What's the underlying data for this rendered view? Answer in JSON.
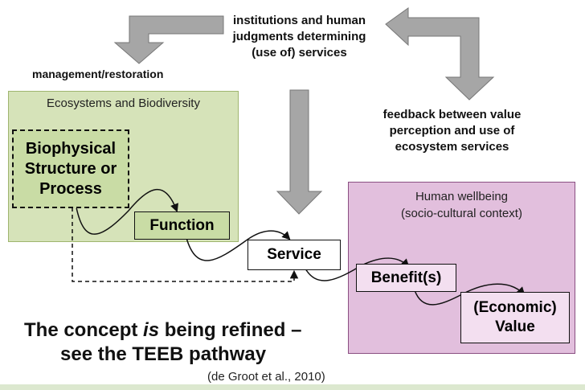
{
  "labels": {
    "management": "management/restoration",
    "institutions": "institutions and human judgments determining (use of) services",
    "feedback": "feedback between value perception and use of ecosystem services"
  },
  "panels": {
    "ecosystems": "Ecosystems and Biodiversity",
    "human_wellbeing_line1": "Human wellbeing",
    "human_wellbeing_line2": "(socio-cultural context)"
  },
  "nodes": {
    "biophysical": "Biophysical Structure or Process",
    "function": "Function",
    "service": "Service",
    "benefit": "Benefit(s)",
    "value_line1": "(Economic)",
    "value_line2": "Value"
  },
  "footer": {
    "concept_prefix": "The concept ",
    "concept_italic": "is",
    "concept_suffix": " being refined –",
    "concept_line2": "see the TEEB pathway",
    "citation": "(de Groot et al., 2010)"
  },
  "colors": {
    "ecosystem_panel": "#d6e3b9",
    "human_panel": "#e2bfdd",
    "arrow_gray": "#a6a6a6"
  }
}
